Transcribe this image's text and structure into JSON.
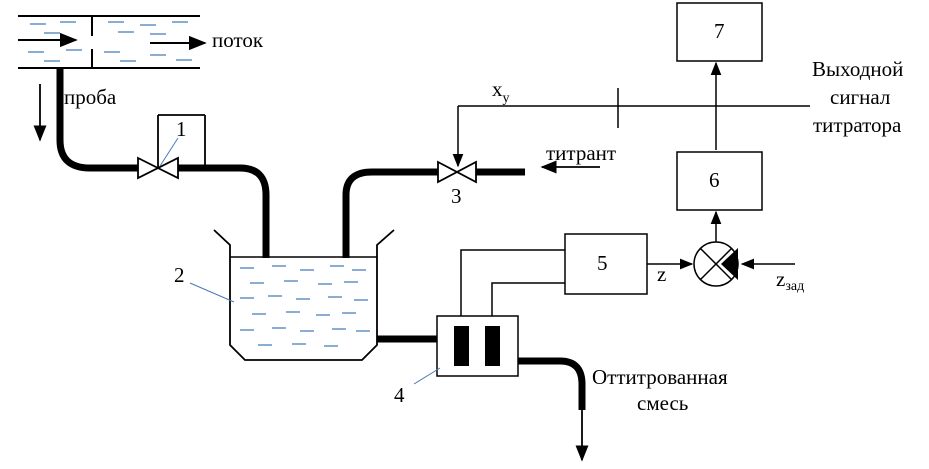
{
  "labels": {
    "flow": "поток",
    "sample": "проба",
    "titrant": "титрант",
    "output_line1": "Выходной",
    "output_line2": "сигнал",
    "output_line3": "титратора",
    "mixture_line1": "Оттитрованная",
    "mixture_line2": "смесь",
    "xy_base": "x",
    "xy_sub": "у",
    "z": "z",
    "zset_base": "z",
    "zset_sub": "зад"
  },
  "numbers": {
    "n1": "1",
    "n2": "2",
    "n3": "3",
    "n4": "4",
    "n5": "5",
    "n6": "6",
    "n7": "7"
  },
  "colors": {
    "line": "#000000",
    "liquid": "#3c78b4",
    "leader": "#4a7ab8"
  }
}
